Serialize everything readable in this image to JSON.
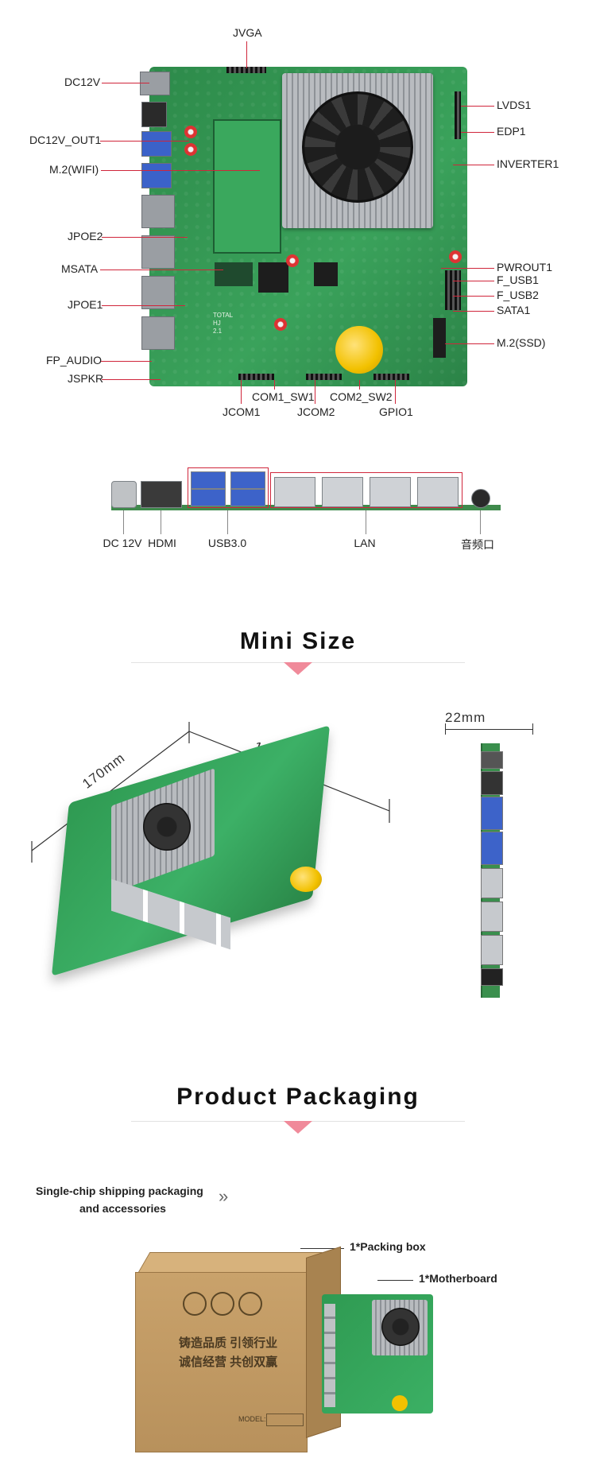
{
  "diagram": {
    "left_labels": [
      "DC12V",
      "DC12V_OUT1",
      "M.2(WIFI)",
      "JPOE2",
      "MSATA",
      "JPOE1",
      "FP_AUDIO",
      "JSPKR"
    ],
    "top_label": "JVGA",
    "right_labels": [
      "LVDS1",
      "EDP1",
      "INVERTER1",
      "PWROUT1",
      "F_USB1",
      "F_USB2",
      "SATA1",
      "M.2(SSD)"
    ],
    "bottom_labels": [
      "COM1_SW1",
      "COM2_SW2",
      "JCOM1",
      "JCOM2",
      "GPIO1"
    ],
    "board_text": [
      "TOTAL",
      "HJ",
      "2.1"
    ],
    "leader_color": "#d0263b"
  },
  "io_panel": {
    "labels": [
      "DC 12V",
      "HDMI",
      "USB3.0",
      "LAN",
      "音频口"
    ]
  },
  "mini_size": {
    "title": "Mini Size",
    "dim_length": "170mm",
    "dim_width": "170mm",
    "dim_height": "22mm"
  },
  "packaging": {
    "title": "Product Packaging",
    "intro_line1": "Single-chip shipping packaging",
    "intro_line2": "and accessories",
    "chevron": "»",
    "item_box": "1*Packing box",
    "item_board": "1*Motherboard",
    "box_line1": "铸造品质  引领行业",
    "box_line2": "诚信经营  共创双赢",
    "box_model": "MODEL:"
  },
  "colors": {
    "accent": "#f08a9a",
    "pcb_green": "#2f8f4e"
  }
}
